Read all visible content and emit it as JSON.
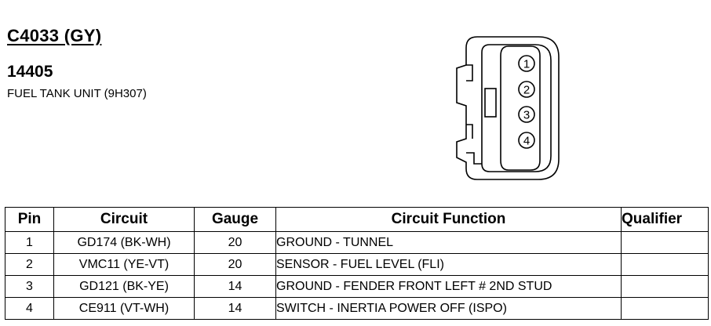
{
  "header": {
    "connector_id": "C4033 (GY)",
    "part_number": "14405",
    "component": "FUEL TANK UNIT (9H307)"
  },
  "connector": {
    "pins": [
      "1",
      "2",
      "3",
      "4"
    ]
  },
  "table": {
    "columns": [
      "Pin",
      "Circuit",
      "Gauge",
      "Circuit Function",
      "Qualifier"
    ],
    "rows": [
      {
        "pin": "1",
        "circuit": "GD174 (BK-WH)",
        "gauge": "20",
        "function": "GROUND - TUNNEL",
        "qualifier": ""
      },
      {
        "pin": "2",
        "circuit": "VMC11 (YE-VT)",
        "gauge": "20",
        "function": "SENSOR - FUEL LEVEL (FLI)",
        "qualifier": ""
      },
      {
        "pin": "3",
        "circuit": "GD121 (BK-YE)",
        "gauge": "14",
        "function": "GROUND - FENDER FRONT LEFT # 2ND STUD",
        "qualifier": ""
      },
      {
        "pin": "4",
        "circuit": "CE911 (VT-WH)",
        "gauge": "14",
        "function": "SWITCH - INERTIA POWER OFF (ISPO)",
        "qualifier": ""
      }
    ]
  }
}
